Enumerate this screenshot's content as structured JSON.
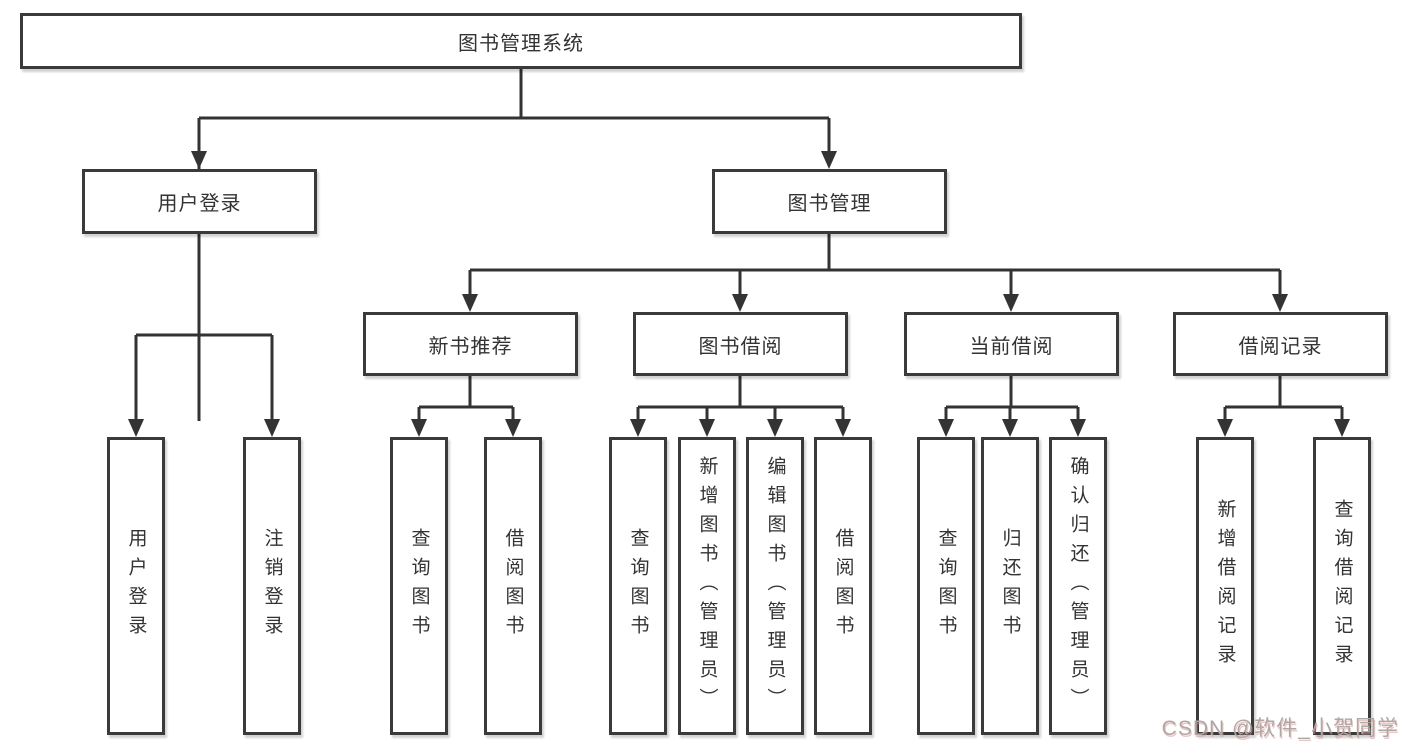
{
  "diagram": {
    "type": "tree",
    "title": "图书管理系统"
  },
  "tree": {
    "label": "图书管理系统",
    "children": [
      {
        "label": "用户登录",
        "children": [
          {
            "label": "用户登录"
          },
          {
            "label": "注销登录"
          }
        ]
      },
      {
        "label": "图书管理",
        "children": [
          {
            "label": "新书推荐",
            "children": [
              {
                "label": "查询图书"
              },
              {
                "label": "借阅图书"
              }
            ]
          },
          {
            "label": "图书借阅",
            "children": [
              {
                "label": "查询图书"
              },
              {
                "label": "新增图书（管理员）"
              },
              {
                "label": "编辑图书（管理员）"
              },
              {
                "label": "借阅图书"
              }
            ]
          },
          {
            "label": "当前借阅",
            "children": [
              {
                "label": "查询图书"
              },
              {
                "label": "归还图书"
              },
              {
                "label": "确认归还（管理员）"
              }
            ]
          },
          {
            "label": "借阅记录",
            "children": [
              {
                "label": "新增借阅记录"
              },
              {
                "label": "查询借阅记录"
              }
            ]
          }
        ]
      }
    ]
  },
  "watermark": {
    "text": "CSDN @软件_小贺同学"
  },
  "colors": {
    "line": "#333333",
    "box_border": "#3a3a3a",
    "text": "#333333",
    "background": "#ffffff",
    "watermark_text": "#a9a9a9",
    "watermark_shadow": "#eb968c"
  }
}
